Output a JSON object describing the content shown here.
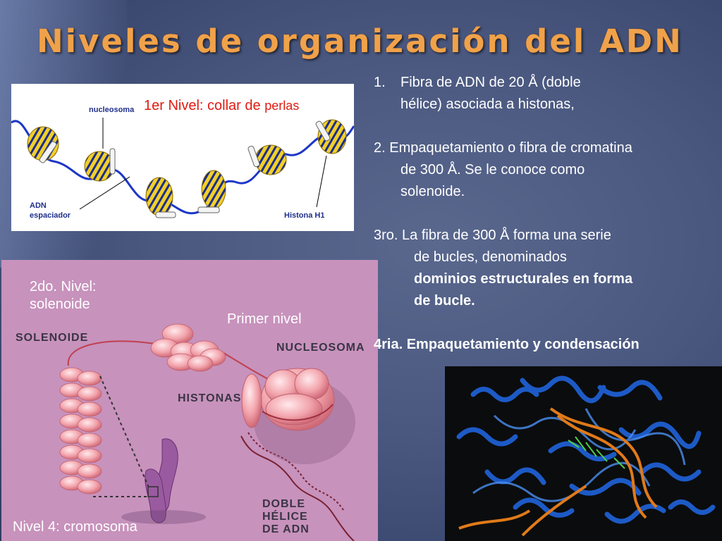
{
  "title": "Niveles de organización del ADN",
  "panel1": {
    "caption_main": "1er Nivel: collar de",
    "caption_small": "perlas",
    "label_nucleosoma": "nucleosoma",
    "label_adn_1": "ADN",
    "label_adn_2": "espaciador",
    "label_histona": "Histona H1"
  },
  "panel2": {
    "level2_line1": "2do. Nivel:",
    "level2_line2": "solenoide",
    "primer_nivel": "Primer nivel",
    "solenoide": "SOLENOIDE",
    "nucleosoma": "NUCLEOSOMA",
    "histonas": "HISTONAS",
    "doble_1": "DOBLE",
    "doble_2": "HÉLICE",
    "doble_3": "DE ADN",
    "nivel4": "Nivel 4: cromosoma"
  },
  "text": {
    "item1_num": "1.",
    "item1_line1": "Fibra de ADN de 20 Å (doble",
    "item1_line2": "hélice) asociada a histonas,",
    "item2_line1": "2. Empaquetamiento o fibra de cromatina",
    "item2_line2": "de 300 Å. Se le conoce como",
    "item2_line3": "solenoide.",
    "item3_line1": "3ro.  La fibra de 300 Å forma una serie",
    "item3_line2": "de bucles, denominados",
    "item3_line3": "dominios estructurales en forma",
    "item3_line4": "de bucle.",
    "item4": "4ria. Empaquetamiento y condensación"
  },
  "colors": {
    "title": "#f0a24a",
    "background": "#4a5880",
    "panel2": "#c792bc",
    "caption_red": "#e01b12",
    "label_blue": "#1f2f8c"
  }
}
